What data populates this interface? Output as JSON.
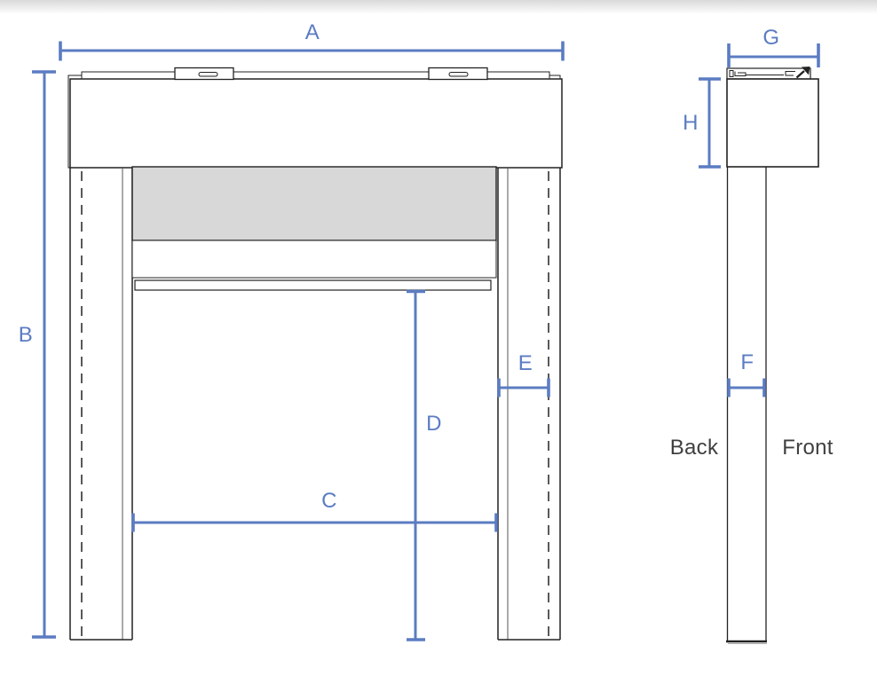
{
  "colors": {
    "dimension_blue": "#5b7cc2",
    "drawing_line": "#222222",
    "panel_gray": "#d8d8d8",
    "annotation_text": "#3f3f3f",
    "page_background": "#ffffff"
  },
  "front_view": {
    "dimension_labels": {
      "overall_width": "A",
      "overall_height": "B",
      "opening_width": "C",
      "opening_height": "D",
      "leg_width": "E"
    }
  },
  "side_view": {
    "dimension_labels": {
      "top_depth": "G",
      "header_height": "H",
      "leg_depth": "F"
    },
    "orientation_labels": {
      "back": "Back",
      "front": "Front"
    }
  }
}
